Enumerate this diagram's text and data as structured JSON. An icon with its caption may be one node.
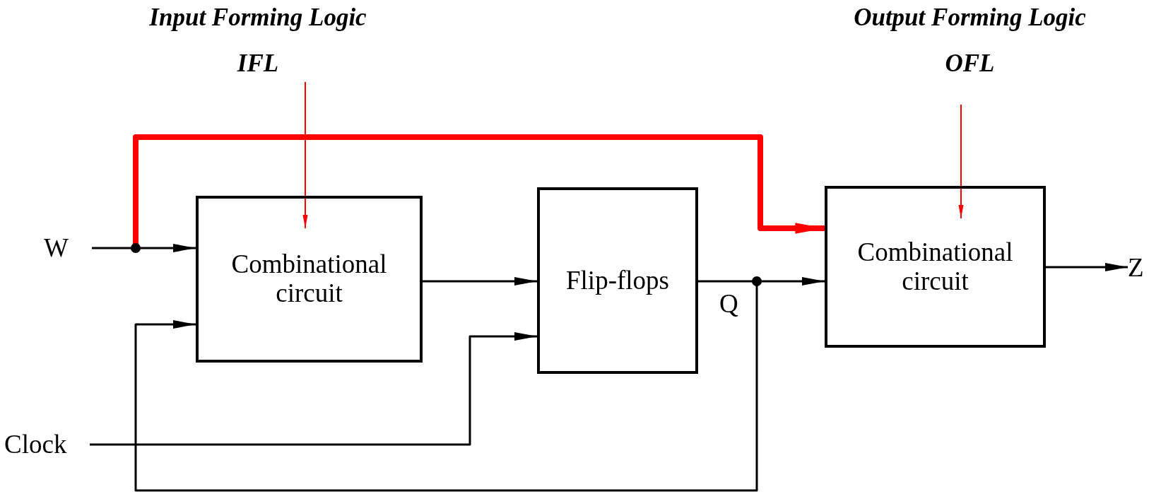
{
  "diagram": {
    "nodes": [
      {
        "text": [
          "Input Forming Logic",
          "IFL"
        ]
      },
      {
        "text": [
          "Output Forming Logic",
          "OFL"
        ]
      },
      {
        "text": [
          "W"
        ]
      },
      {
        "text": [
          "Combinational circuit"
        ]
      },
      {
        "text": [
          "Flip-flops"
        ]
      },
      {
        "text": [
          "Combinational circuit"
        ]
      },
      {
        "text": [
          "Clock"
        ]
      },
      {
        "text": [
          "Z"
        ]
      }
    ],
    "edges": [
      {
        "from": 0,
        "to": 3,
        "arrow": "to",
        "color": "#ff0000"
      },
      {
        "from": 1,
        "to": 5,
        "arrow": "to",
        "color": "#ff0000"
      },
      {
        "from": 2,
        "to": 3,
        "arrow": "to"
      },
      {
        "from": 2,
        "to": 5,
        "arrow": "to",
        "style": "thick",
        "color": "#ff0000"
      },
      {
        "from": 3,
        "to": 4,
        "arrow": "to"
      },
      {
        "from": 4,
        "to": 5,
        "arrow": "to"
      },
      {
        "from": 4,
        "to": 3,
        "arrow": "to"
      },
      {
        "from": 6,
        "to": 4,
        "arrow": "to"
      },
      {
        "from": 5,
        "to": 7,
        "arrow": "to"
      }
    ],
    "labels": [
      "Q"
    ]
  }
}
